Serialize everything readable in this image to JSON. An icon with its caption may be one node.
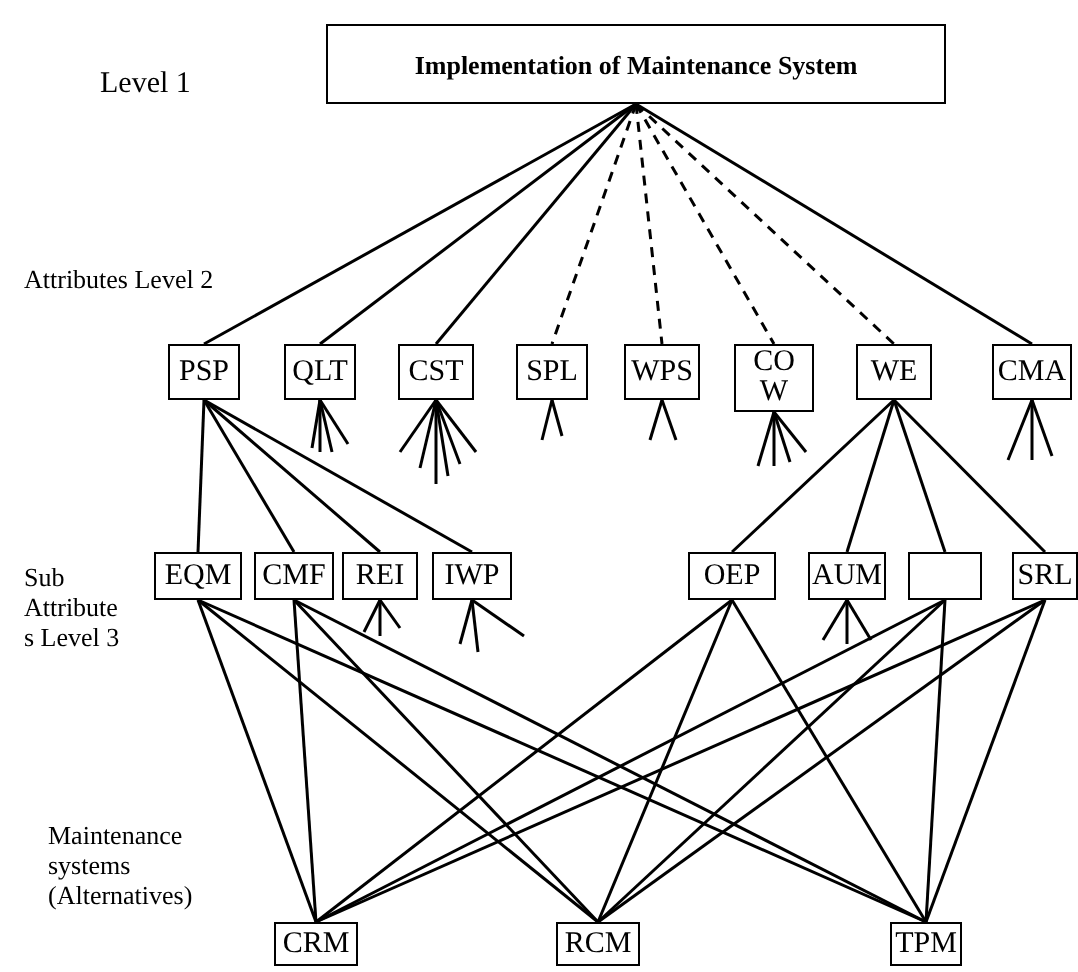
{
  "diagram": {
    "nodes": [
      {
        "text": [
          "Implementation of Maintenance System"
        ]
      },
      {
        "text": [
          "PSP"
        ]
      },
      {
        "text": [
          "QLT"
        ]
      },
      {
        "text": [
          "CST"
        ]
      },
      {
        "text": [
          "SPL"
        ]
      },
      {
        "text": [
          "WPS"
        ]
      },
      {
        "text": [
          "CO W"
        ]
      },
      {
        "text": [
          "WE"
        ]
      },
      {
        "text": [
          "CMA"
        ]
      },
      {
        "text": [
          "EQM"
        ]
      },
      {
        "text": [
          "CMF"
        ]
      },
      {
        "text": [
          "REI"
        ]
      },
      {
        "text": [
          "IWP"
        ]
      },
      {
        "text": [
          "OEP"
        ]
      },
      {
        "text": [
          "AUM"
        ]
      },
      {
        "text": [],
        "shape": "box"
      },
      {
        "text": [
          "SRL"
        ]
      },
      {
        "text": [
          "CRM"
        ]
      },
      {
        "text": [
          "RCM"
        ]
      },
      {
        "text": [
          "TPM"
        ]
      }
    ],
    "edges": [
      {
        "from": 0,
        "to": 1,
        "arrow": "none"
      },
      {
        "from": 0,
        "to": 2,
        "arrow": "none"
      },
      {
        "from": 0,
        "to": 3,
        "arrow": "none"
      },
      {
        "from": 0,
        "to": 4,
        "arrow": "none",
        "style": "dashed"
      },
      {
        "from": 0,
        "to": 5,
        "arrow": "none",
        "style": "dashed"
      },
      {
        "from": 0,
        "to": 6,
        "arrow": "none",
        "style": "dashed"
      },
      {
        "from": 0,
        "to": 7,
        "arrow": "none",
        "style": "dashed"
      },
      {
        "from": 0,
        "to": 8,
        "arrow": "none"
      },
      {
        "from": 1,
        "to": 9,
        "arrow": "none"
      },
      {
        "from": 1,
        "to": 10,
        "arrow": "none"
      },
      {
        "from": 1,
        "to": 11,
        "arrow": "none"
      },
      {
        "from": 1,
        "to": 12,
        "arrow": "none"
      },
      {
        "from": 7,
        "to": 13,
        "arrow": "none"
      },
      {
        "from": 7,
        "to": 14,
        "arrow": "none"
      },
      {
        "from": 7,
        "to": 15,
        "arrow": "none"
      },
      {
        "from": 7,
        "to": 16,
        "arrow": "none"
      },
      {
        "from": 9,
        "to": 17,
        "arrow": "none"
      },
      {
        "from": 9,
        "to": 18,
        "arrow": "none"
      },
      {
        "from": 9,
        "to": 19,
        "arrow": "none"
      },
      {
        "from": 10,
        "to": 17,
        "arrow": "none"
      },
      {
        "from": 10,
        "to": 18,
        "arrow": "none"
      },
      {
        "from": 10,
        "to": 19,
        "arrow": "none"
      },
      {
        "from": 13,
        "to": 17,
        "arrow": "none"
      },
      {
        "from": 13,
        "to": 18,
        "arrow": "none"
      },
      {
        "from": 13,
        "to": 19,
        "arrow": "none"
      },
      {
        "from": 15,
        "to": 17,
        "arrow": "none"
      },
      {
        "from": 15,
        "to": 18,
        "arrow": "none"
      },
      {
        "from": 15,
        "to": 19,
        "arrow": "none"
      },
      {
        "from": 16,
        "to": 17,
        "arrow": "none"
      },
      {
        "from": 16,
        "to": 18,
        "arrow": "none"
      },
      {
        "from": 16,
        "to": 19,
        "arrow": "none"
      },
      {
        "from": 2,
        "to": null,
        "arrow": "none"
      },
      {
        "from": 2,
        "to": null,
        "arrow": "none"
      },
      {
        "from": 2,
        "to": null,
        "arrow": "none"
      },
      {
        "from": 2,
        "to": null,
        "arrow": "none"
      },
      {
        "from": 3,
        "to": null,
        "arrow": "none"
      },
      {
        "from": 3,
        "to": null,
        "arrow": "none"
      },
      {
        "from": 3,
        "to": null,
        "arrow": "none"
      },
      {
        "from": 3,
        "to": null,
        "arrow": "none"
      },
      {
        "from": 3,
        "to": null,
        "arrow": "none"
      },
      {
        "from": 3,
        "to": null,
        "arrow": "none"
      },
      {
        "from": 4,
        "to": null,
        "arrow": "none"
      },
      {
        "from": 4,
        "to": null,
        "arrow": "none"
      },
      {
        "from": 5,
        "to": null,
        "arrow": "none"
      },
      {
        "from": 5,
        "to": null,
        "arrow": "none"
      },
      {
        "from": 6,
        "to": null,
        "arrow": "none"
      },
      {
        "from": 6,
        "to": null,
        "arrow": "none"
      },
      {
        "from": 6,
        "to": null,
        "arrow": "none"
      },
      {
        "from": 6,
        "to": null,
        "arrow": "none"
      },
      {
        "from": 8,
        "to": null,
        "arrow": "none"
      },
      {
        "from": 8,
        "to": null,
        "arrow": "none"
      },
      {
        "from": 8,
        "to": null,
        "arrow": "none"
      },
      {
        "from": 11,
        "to": null,
        "arrow": "none"
      },
      {
        "from": 11,
        "to": null,
        "arrow": "none"
      },
      {
        "from": 11,
        "to": null,
        "arrow": "none"
      },
      {
        "from": 12,
        "to": null,
        "arrow": "none"
      },
      {
        "from": 12,
        "to": null,
        "arrow": "none"
      },
      {
        "from": 12,
        "to": null,
        "arrow": "none"
      },
      {
        "from": 14,
        "to": null,
        "arrow": "none"
      },
      {
        "from": 14,
        "to": null,
        "arrow": "none"
      },
      {
        "from": 14,
        "to": null,
        "arrow": "none"
      }
    ],
    "labels": [
      "Level 1",
      "Attributes Level 2",
      "Sub Attribute s Level 3",
      "Maintenance systems (Alternatives)"
    ]
  }
}
